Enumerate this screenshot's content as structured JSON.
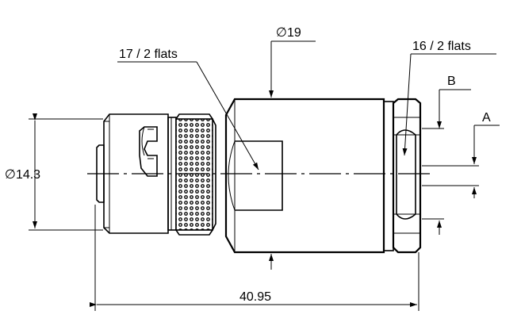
{
  "drawing": {
    "type": "technical drawing",
    "subject": "BNC connector side view",
    "labels": {
      "overall_length": "40.95",
      "body_diameter": "∅19",
      "bayonet_diameter": "∅14.3",
      "flats_body": "17 / 2 flats",
      "flats_nut": "16 / 2 flats",
      "section_a": "A",
      "section_b": "B"
    }
  }
}
